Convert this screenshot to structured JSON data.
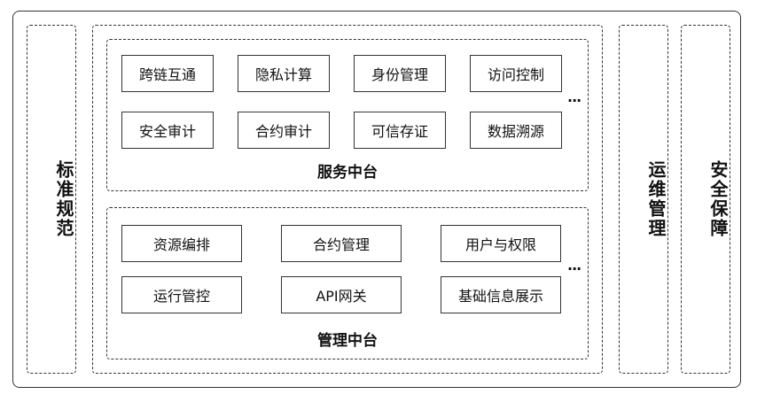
{
  "left_panel": {
    "label": "标准规范"
  },
  "service_platform": {
    "title": "服务中台",
    "items": [
      "跨链互通",
      "隐私计算",
      "身份管理",
      "访问控制",
      "安全审计",
      "合约审计",
      "可信存证",
      "数据溯源"
    ],
    "more": "..."
  },
  "management_platform": {
    "title": "管理中台",
    "items": [
      "资源编排",
      "合约管理",
      "用户与权限",
      "运行管控",
      "API网关",
      "基础信息展示"
    ],
    "more": "..."
  },
  "ops_panel": {
    "label": "运维管理"
  },
  "security_panel": {
    "label": "安全保障"
  }
}
